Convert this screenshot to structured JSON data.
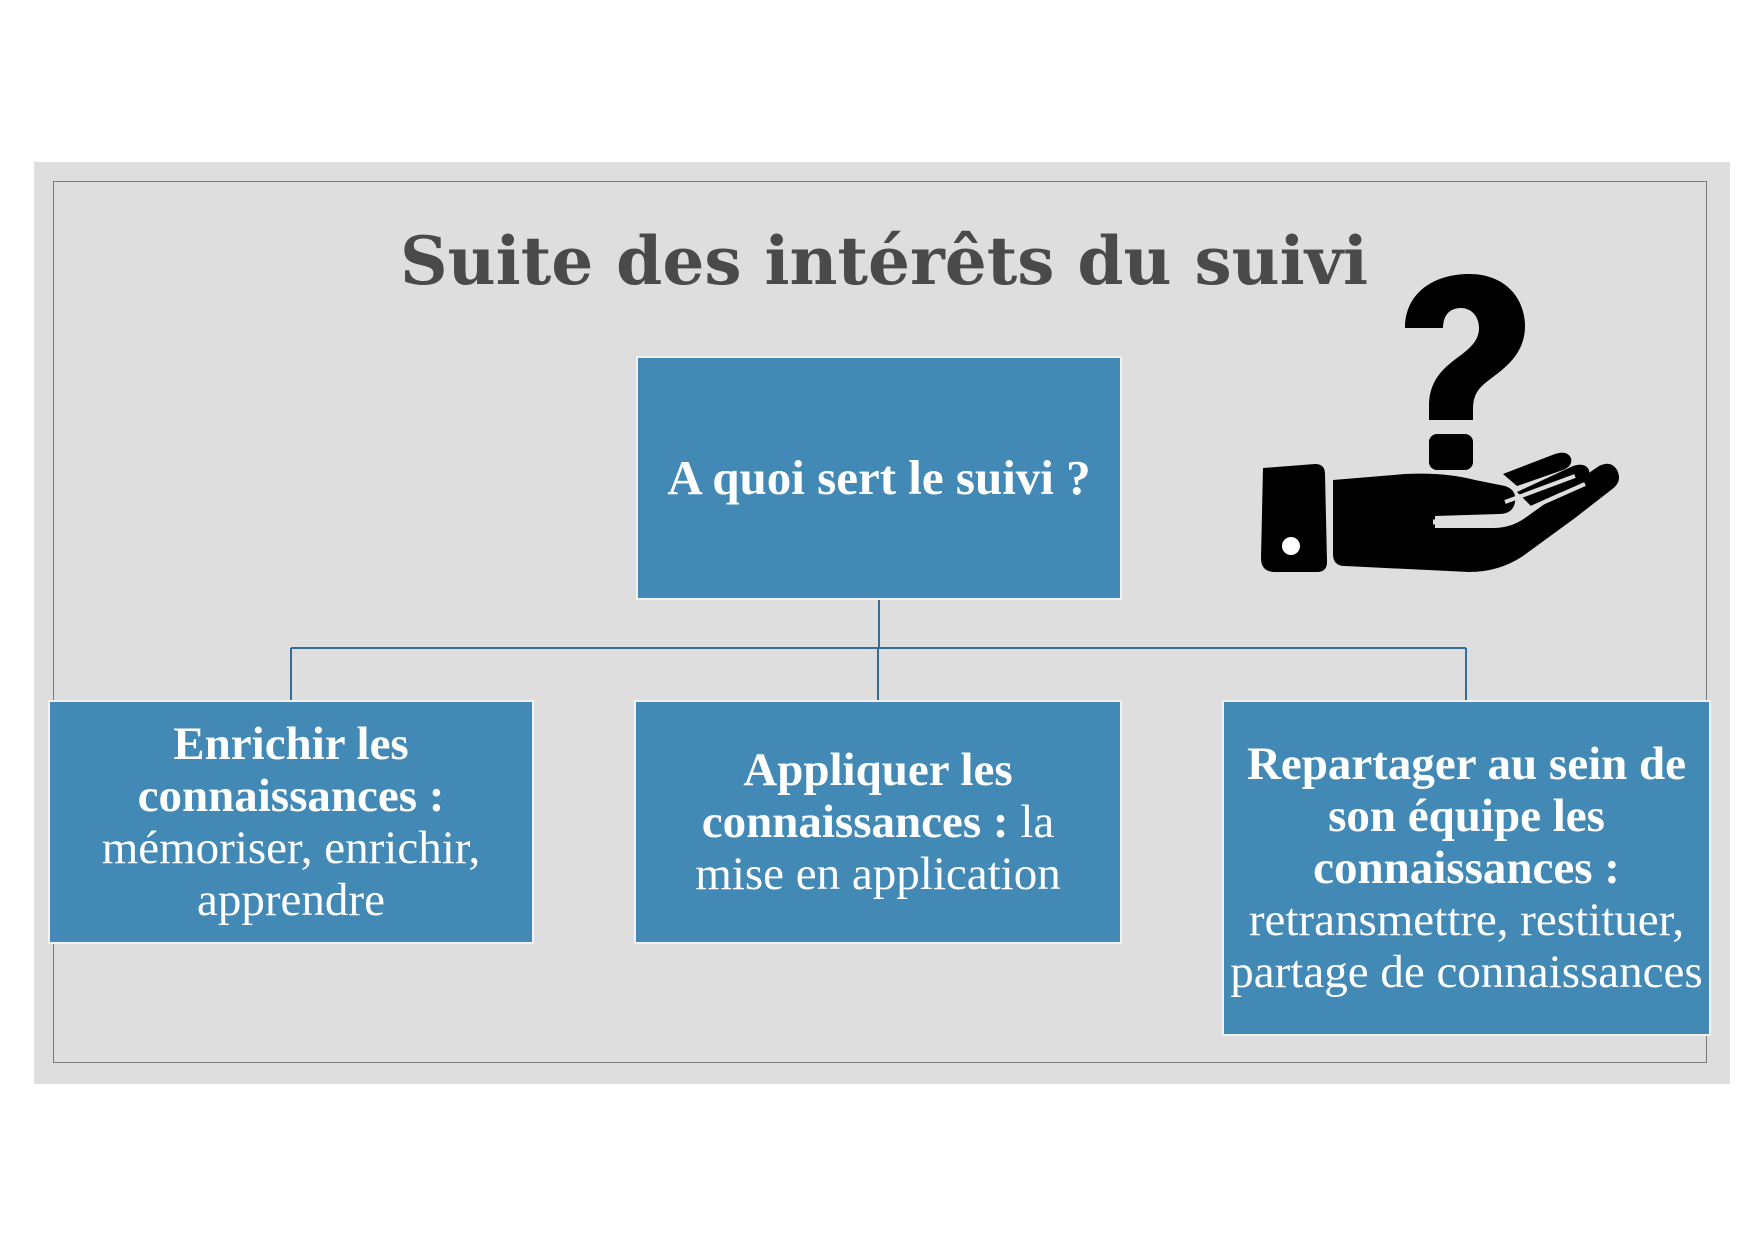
{
  "title": "Suite des intérêts du suivi",
  "root": {
    "label": "A quoi sert le suivi ?"
  },
  "children": [
    {
      "heading": "Enrichir les connaissances :",
      "detail": "mémoriser, enrichir, apprendre"
    },
    {
      "heading": "Appliquer les connaissances :",
      "detail": "la mise en application"
    },
    {
      "heading": "Repartager au sein de son équipe les connaissances :",
      "detail": "retransmettre, restituer, partage de connaissances"
    }
  ],
  "icon": "hand-question-mark-icon",
  "colors": {
    "box_fill": "#4289b5",
    "connector": "#2f6f99",
    "slide_background": "#dedede",
    "title_text": "#4a4a4a",
    "icon": "#000000"
  }
}
